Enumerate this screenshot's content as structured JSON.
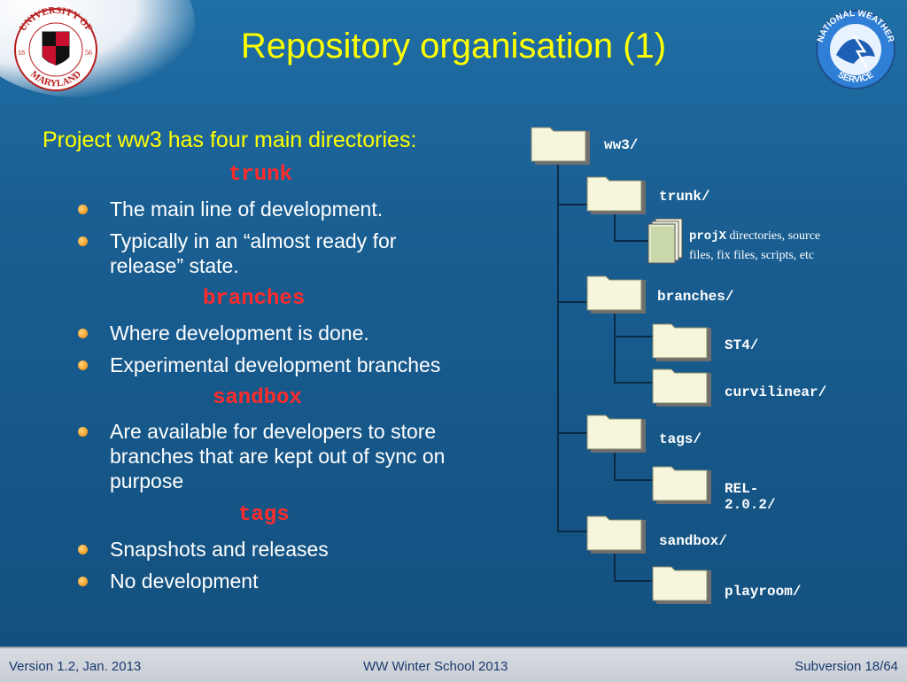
{
  "slide": {
    "title": "Repository organisation (1)",
    "intro": "Project ww3 has four main directories:",
    "sections": [
      {
        "heading": "trunk",
        "bullets": [
          "The main line of development.",
          "Typically in an “almost ready for release” state."
        ]
      },
      {
        "heading": "branches",
        "bullets": [
          "Where development is done.",
          "Experimental development branches"
        ]
      },
      {
        "heading": "sandbox",
        "bullets": [
          "Are available for developers to store branches that are kept out of sync on purpose"
        ]
      },
      {
        "heading": "tags",
        "bullets": [
          "Snapshots and releases",
          "No development"
        ]
      }
    ]
  },
  "tree": {
    "root": "ww3/",
    "trunk": "trunk/",
    "note_mono": "projX",
    "note_text": " directories, source files, fix files, scripts, etc",
    "branches": "branches/",
    "st4": "ST4/",
    "curvilinear": "curvilinear/",
    "tags": "tags/",
    "rel": "REL-2.0.2/",
    "sandbox": "sandbox/",
    "playroom": "playroom/"
  },
  "logos": {
    "umd_text": "UNIVERSITY OF MARYLAND",
    "umd_year": "1856",
    "nws_text": "NATIONAL WEATHER SERVICE"
  },
  "footer": {
    "left": "Version 1.2, Jan. 2013",
    "center": "WW Winter School 2013",
    "right": "Subversion 18/64"
  },
  "colors": {
    "title": "#ffff00",
    "heading": "#ff2b2b",
    "bullet_text": "#ffffff",
    "background": "#1a5f93"
  }
}
